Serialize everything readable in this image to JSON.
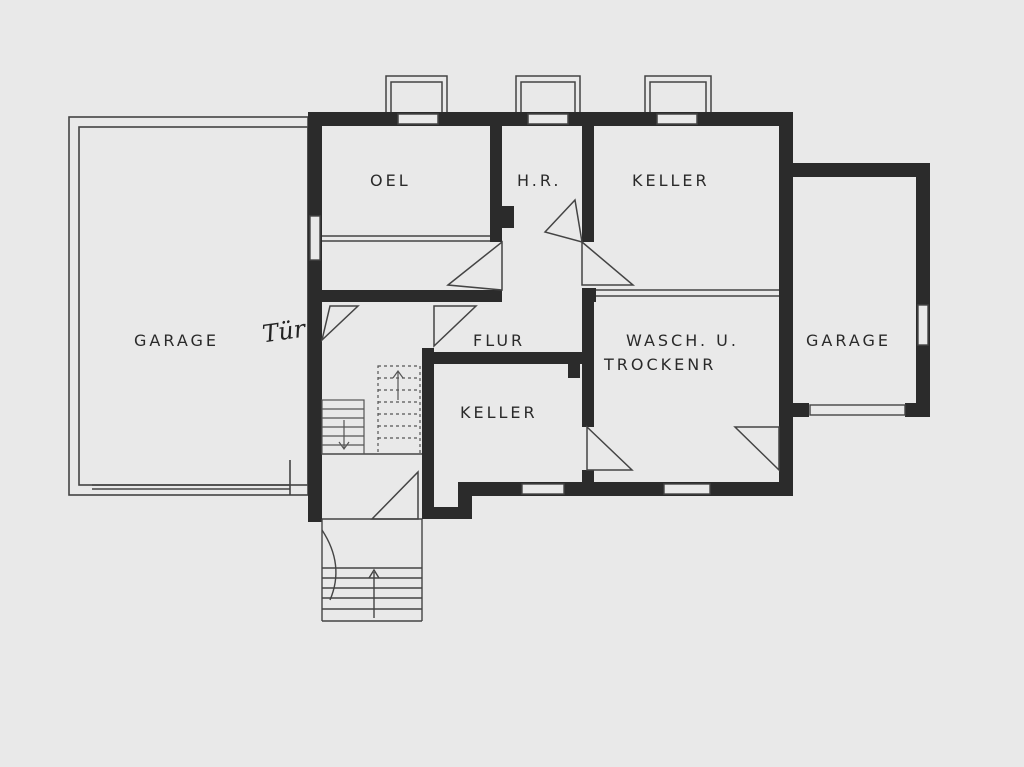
{
  "floorplan": {
    "colors": {
      "background": "#e9e9e9",
      "wall": "#2b2b2b",
      "line": "#444444"
    },
    "rooms": {
      "garage_left": "GARAGE",
      "oel": "OEL",
      "hr": "H.R.",
      "keller_top": "KELLER",
      "flur": "FLUR",
      "wasch_line1": "WASCH. U.",
      "wasch_line2": "TROCKENR",
      "keller_bottom": "KELLER",
      "garage_right": "GARAGE"
    },
    "annotation": {
      "door_note": "Tür"
    }
  }
}
